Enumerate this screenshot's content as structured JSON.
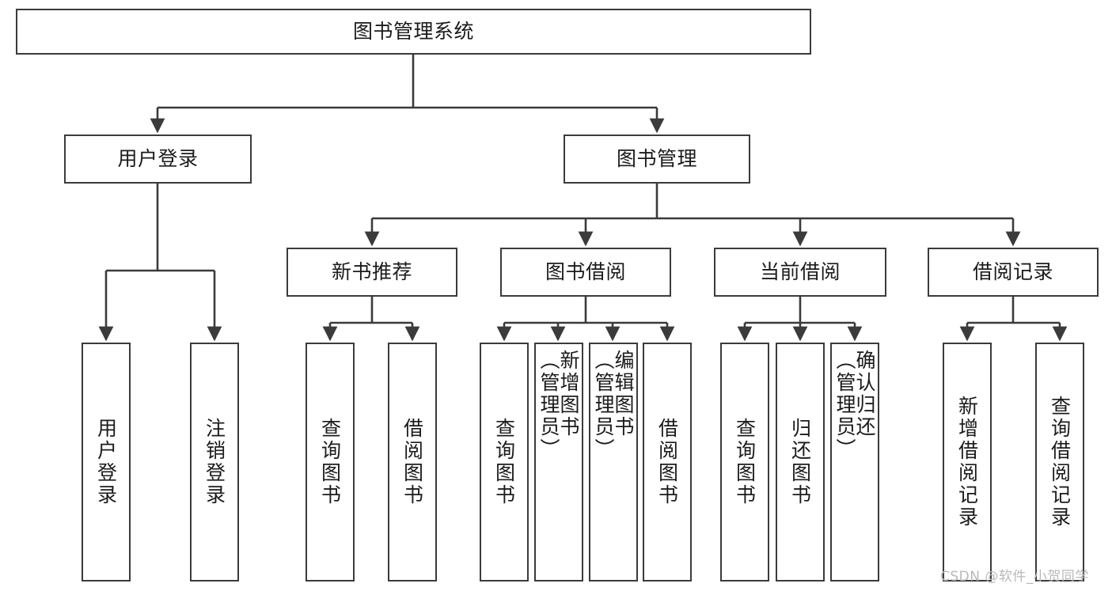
{
  "diagram": {
    "title": "图书管理系统",
    "type": "hierarchy-tree",
    "watermark": "CSDN @软件_小贺同学",
    "line_color": "#3b3b3b",
    "box_fill": "#ffffff",
    "text_color": "#1b1b1b",
    "nodes": {
      "root": {
        "label": "图书管理系统"
      },
      "level2": [
        {
          "id": "user-login",
          "label": "用户登录"
        },
        {
          "id": "book-manage",
          "label": "图书管理"
        }
      ],
      "level3": [
        {
          "id": "new-book-rec",
          "label": "新书推荐"
        },
        {
          "id": "book-borrow",
          "label": "图书借阅"
        },
        {
          "id": "current-borrow",
          "label": "当前借阅"
        },
        {
          "id": "borrow-record",
          "label": "借阅记录"
        }
      ],
      "leaves": {
        "user_login": [
          {
            "id": "leaf-user-login",
            "label": "用户登录"
          },
          {
            "id": "leaf-logout",
            "label": "注销登录"
          }
        ],
        "new_book_rec": [
          {
            "id": "leaf-query-book-1",
            "label": "查询图书"
          },
          {
            "id": "leaf-borrow-book-1",
            "label": "借阅图书"
          }
        ],
        "book_borrow": [
          {
            "id": "leaf-query-book-2",
            "label": "查询图书"
          },
          {
            "id": "leaf-add-book",
            "label": "新增图书\n（管理员）"
          },
          {
            "id": "leaf-edit-book",
            "label": "编辑图书\n（管理员）"
          },
          {
            "id": "leaf-borrow-book-2",
            "label": "借阅图书"
          }
        ],
        "current_borrow": [
          {
            "id": "leaf-query-book-3",
            "label": "查询图书"
          },
          {
            "id": "leaf-return-book",
            "label": "归还图书"
          },
          {
            "id": "leaf-confirm-return",
            "label": "确认归还\n（管理员）"
          }
        ],
        "borrow_record": [
          {
            "id": "leaf-add-record",
            "label": "新增借阅记录"
          },
          {
            "id": "leaf-query-record",
            "label": "查询借阅记录"
          }
        ]
      }
    }
  }
}
